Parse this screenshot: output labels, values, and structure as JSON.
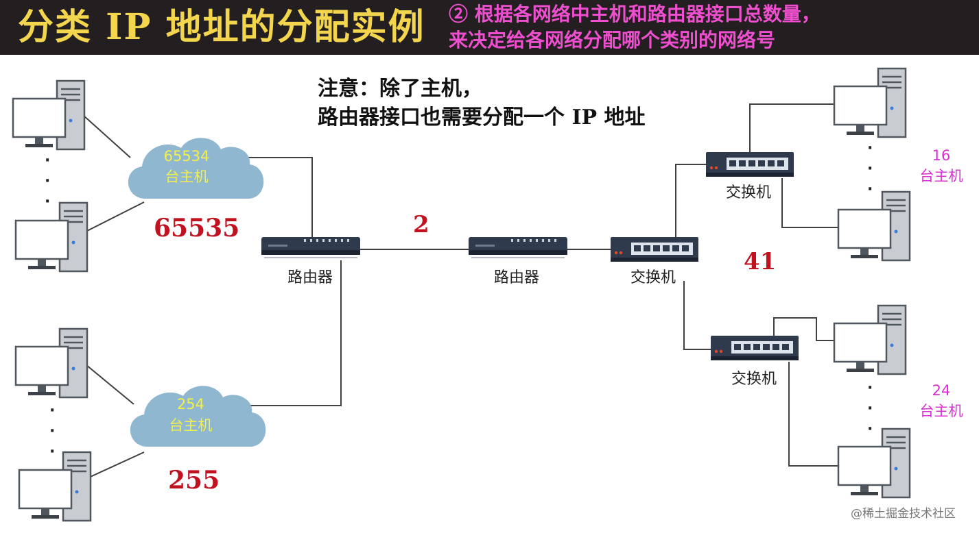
{
  "header": {
    "title": "分类 IP 地址的分配实例",
    "subtitle_line1": "② 根据各网络中主机和路由器接口总数量，",
    "subtitle_line2": "来决定给各网络分配哪个类别的网络号"
  },
  "note": {
    "line1": "注意：除了主机，",
    "line2": "路由器接口也需要分配一个 IP 地址"
  },
  "networks": {
    "top_left": {
      "cloud_count": "65534",
      "cloud_unit": "台主机",
      "total": "65535"
    },
    "bottom_left": {
      "cloud_count": "254",
      "cloud_unit": "台主机",
      "total": "255"
    },
    "middle": {
      "total": "2"
    },
    "right": {
      "total": "41"
    },
    "right_top": {
      "count": "16",
      "unit": "台主机"
    },
    "right_bottom": {
      "count": "24",
      "unit": "台主机"
    }
  },
  "devices": {
    "router_left": "路由器",
    "router_middle": "路由器",
    "switch_main": "交换机",
    "switch_top": "交换机",
    "switch_bottom": "交换机"
  },
  "ellipsis": "·",
  "watermark": "@稀土掘金技术社区",
  "colors": {
    "header_bg": "#231f20",
    "title": "#f3d64e",
    "subtitle": "#ee4fcf",
    "cloud": "#8fb7d0",
    "cloud_text": "#f4f04a",
    "count_red": "#c1121f",
    "host_count_magenta": "#d92fd0"
  }
}
